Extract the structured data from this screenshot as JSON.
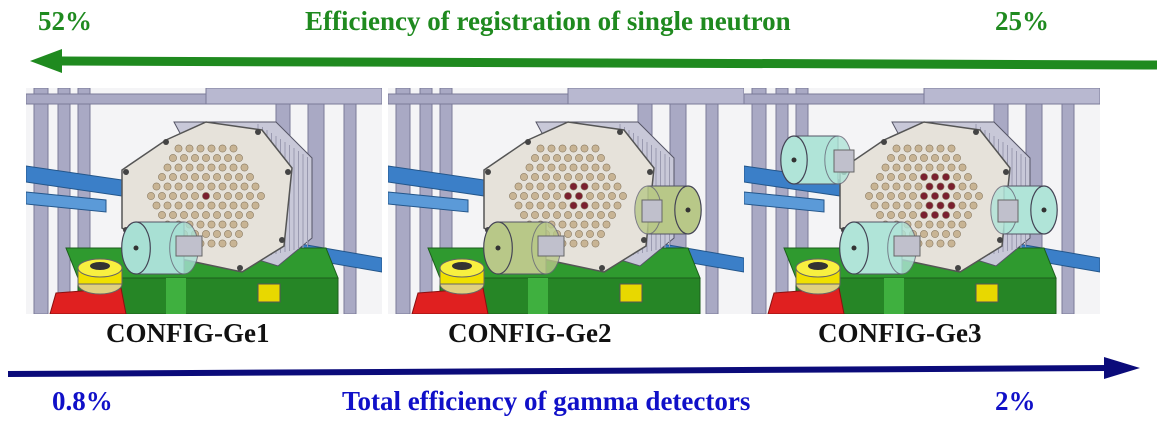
{
  "top": {
    "left_value": "52%",
    "title": "Efficiency of registration of single neutron",
    "right_value": "25%",
    "arrow_color": "#1f8a1f"
  },
  "bottom": {
    "left_value": "0.8%",
    "title": "Total efficiency of gamma detectors",
    "right_value": "2%",
    "arrow_color": "#0b0b7a"
  },
  "configs": [
    {
      "label": "CONFIG-Ge1",
      "hpge_count": 1,
      "detector_color": "#a8e0d4"
    },
    {
      "label": "CONFIG-Ge2",
      "hpge_count": 2,
      "detector_color": "#b8c888"
    },
    {
      "label": "CONFIG-Ge3",
      "hpge_count": 3,
      "detector_color": "#b0e4d8"
    }
  ],
  "colors": {
    "frame": "#a9a9c4",
    "rail": "#3b7fc8",
    "base": "#2f9a2f",
    "hex_face": "#e6e2da",
    "hole": "#c8b494",
    "hole_dark": "#7a2030",
    "red_block": "#e02020",
    "yellow_knob": "#f0e000"
  }
}
